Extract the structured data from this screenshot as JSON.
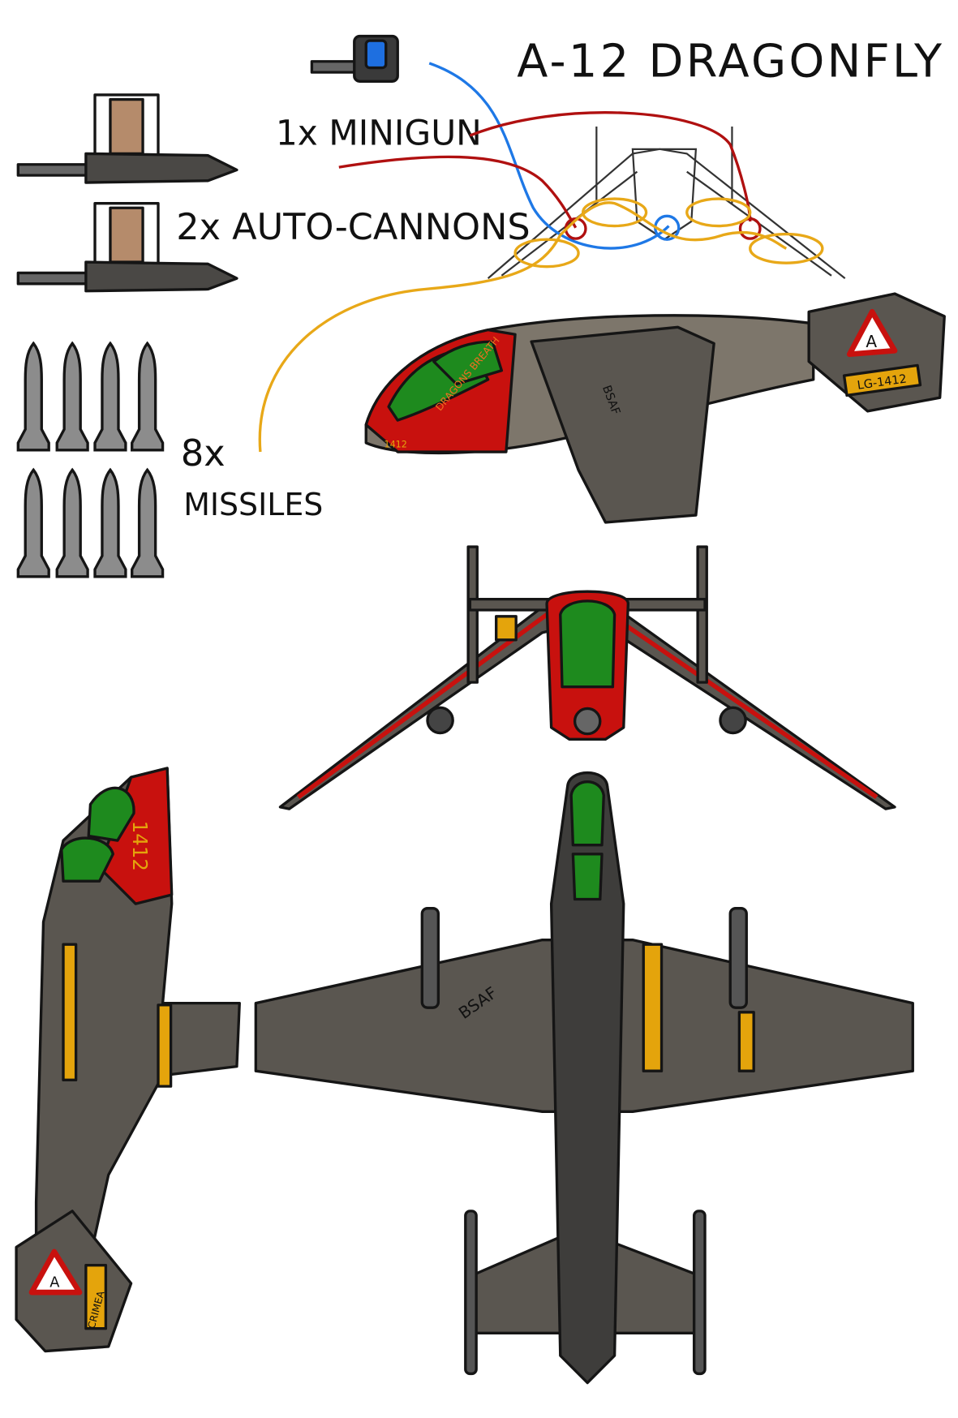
{
  "title": "A-12 DRAGONFLY",
  "weapons": {
    "minigun_label": "1x MINIGUN",
    "autocannons_label": "2x AUTO-CANNONS",
    "missiles_label_count": "8x",
    "missiles_label_name": "MISSILES",
    "missile_count": 8
  },
  "markings": {
    "roundel_letter": "A",
    "tail_code": "LG-1412",
    "nose_number": "1412",
    "air_force": "BSAF",
    "nose_art": "DRAGONS BREATH",
    "tail_name": "CRIMEA"
  },
  "colors": {
    "hull": "#5a5650",
    "hull_light": "#7d766b",
    "dark": "#3e3d3b",
    "red": "#c8110e",
    "canopy": "#1e8a1e",
    "stripe": "#e4a40c",
    "minigun_line": "#1e78e6",
    "cannon_line": "#b01010",
    "missile_line": "#e8a818"
  }
}
